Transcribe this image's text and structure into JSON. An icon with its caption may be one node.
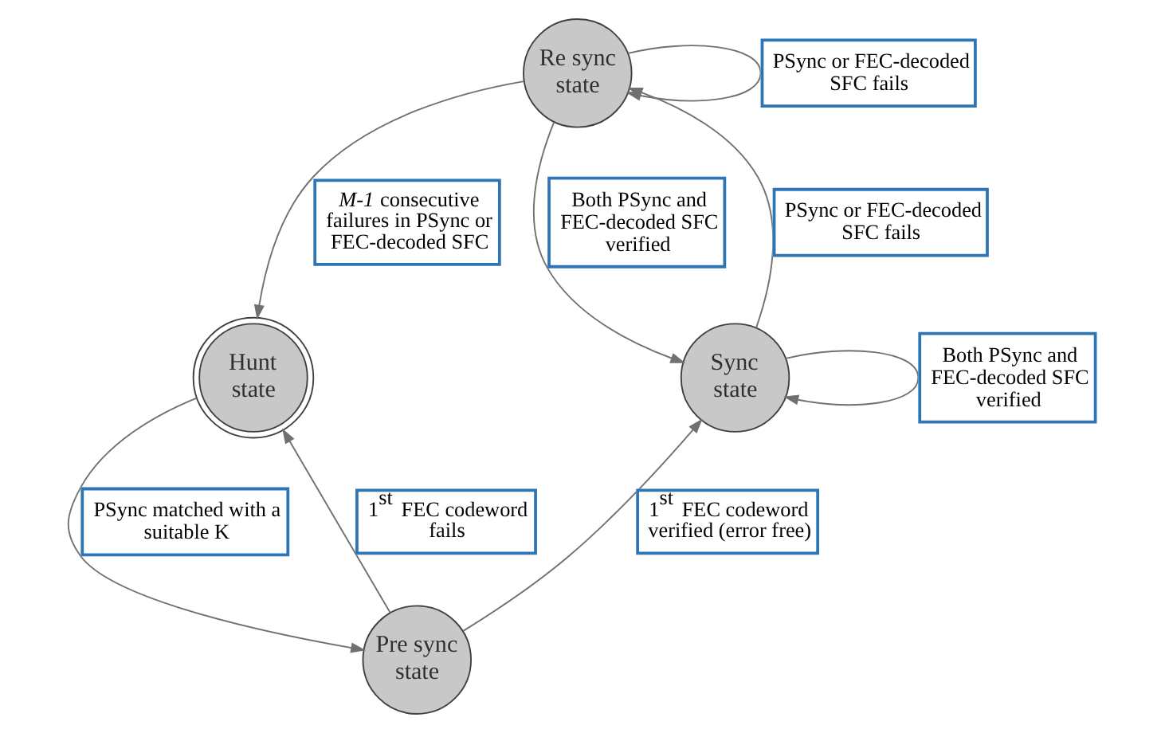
{
  "diagram": {
    "nodes": [
      {
        "text": [
          "Re sync state"
        ]
      },
      {
        "text": [
          "Hunt state"
        ]
      },
      {
        "text": [
          "Sync state"
        ]
      },
      {
        "text": [
          "Pre sync state"
        ]
      }
    ],
    "edges": [
      {
        "from": 0,
        "to": 0,
        "arrow": "to",
        "label": "PSync or FEC-decoded SFC fails"
      },
      {
        "from": 0,
        "to": 1,
        "arrow": "to",
        "label": "*M-1* consecutive failures in PSync or FEC-decoded SFC"
      },
      {
        "from": 2,
        "to": 0,
        "arrow": "to",
        "label": "PSync or FEC-decoded SFC fails"
      },
      {
        "from": 0,
        "to": 2,
        "arrow": "to",
        "label": "Both PSync and FEC-decoded SFC verified"
      },
      {
        "from": 2,
        "to": 2,
        "arrow": "to",
        "label": "Both PSync and FEC-decoded SFC verified"
      },
      {
        "from": 3,
        "to": 1,
        "arrow": "to",
        "label": "1$^{st}$ FEC codeword fails"
      },
      {
        "from": 1,
        "to": 3,
        "arrow": "to",
        "label": "PSync matched with a suitable K"
      },
      {
        "from": 3,
        "to": 2,
        "arrow": "to",
        "label": "1$^{st}$ FEC codeword verified (error free)"
      }
    ]
  }
}
